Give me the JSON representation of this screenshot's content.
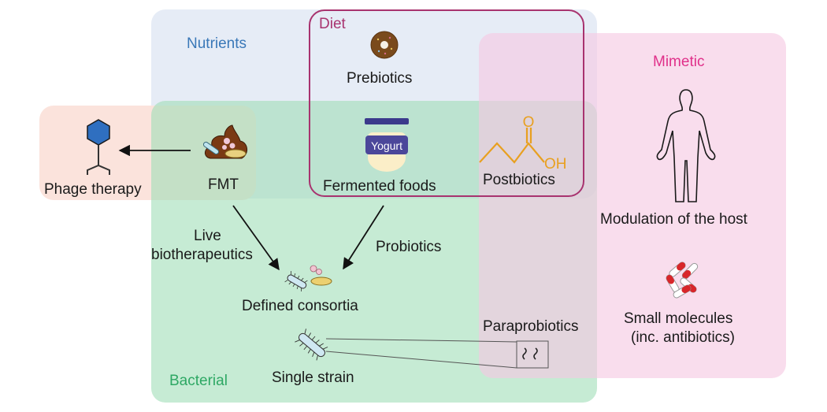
{
  "regions": {
    "nutrients": {
      "title": "Nutrients",
      "color": "#3a78b8"
    },
    "diet": {
      "title": "Diet",
      "color": "#a8336f"
    },
    "mimetic": {
      "title": "Mimetic",
      "color": "#e0308a"
    },
    "bacterial": {
      "title": "Bacterial",
      "color": "#2ea864"
    }
  },
  "nodes": {
    "prebiotics": "Prebiotics",
    "fermented_foods": "Fermented foods",
    "yogurt_label": "Yogurt",
    "postbiotics": "Postbiotics",
    "postbiotics_oxygen": "O",
    "postbiotics_oh": "OH",
    "phage_therapy": "Phage therapy",
    "fmt": "FMT",
    "live_biotherapeutics_1": "Live",
    "live_biotherapeutics_2": "biotherapeutics",
    "probiotics": "Probiotics",
    "defined_consortia": "Defined consortia",
    "single_strain": "Single strain",
    "paraprobiotics": "Paraprobiotics",
    "modulation_host": "Modulation of  the host",
    "small_molecules_1": "Small molecules",
    "small_molecules_2": "(inc. antibiotics)"
  }
}
